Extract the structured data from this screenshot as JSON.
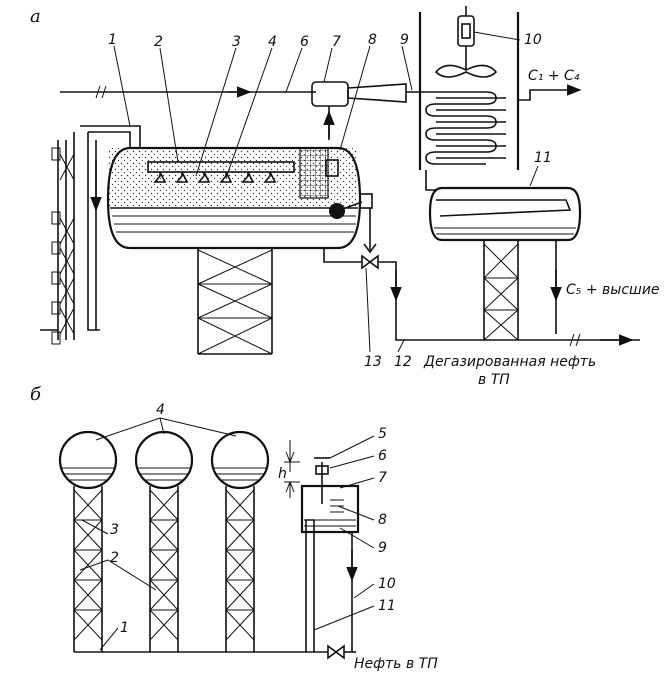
{
  "panels": {
    "a": "а",
    "b": "б"
  },
  "top": {
    "numbers": [
      "1",
      "2",
      "3",
      "4",
      "6",
      "7",
      "8",
      "9",
      "10",
      "11",
      "12",
      "13"
    ],
    "gas_out": "C₁ + C₄",
    "heavy_out": "C₅ + высшие",
    "oil_out_line1": "Дегазированная нефть",
    "oil_out_line2": "в ТП"
  },
  "bottom": {
    "numbers": [
      "1",
      "2",
      "3",
      "4",
      "5",
      "6",
      "7",
      "8",
      "9",
      "10",
      "11"
    ],
    "h": "h",
    "oil_out": "Нефть в ТП"
  }
}
